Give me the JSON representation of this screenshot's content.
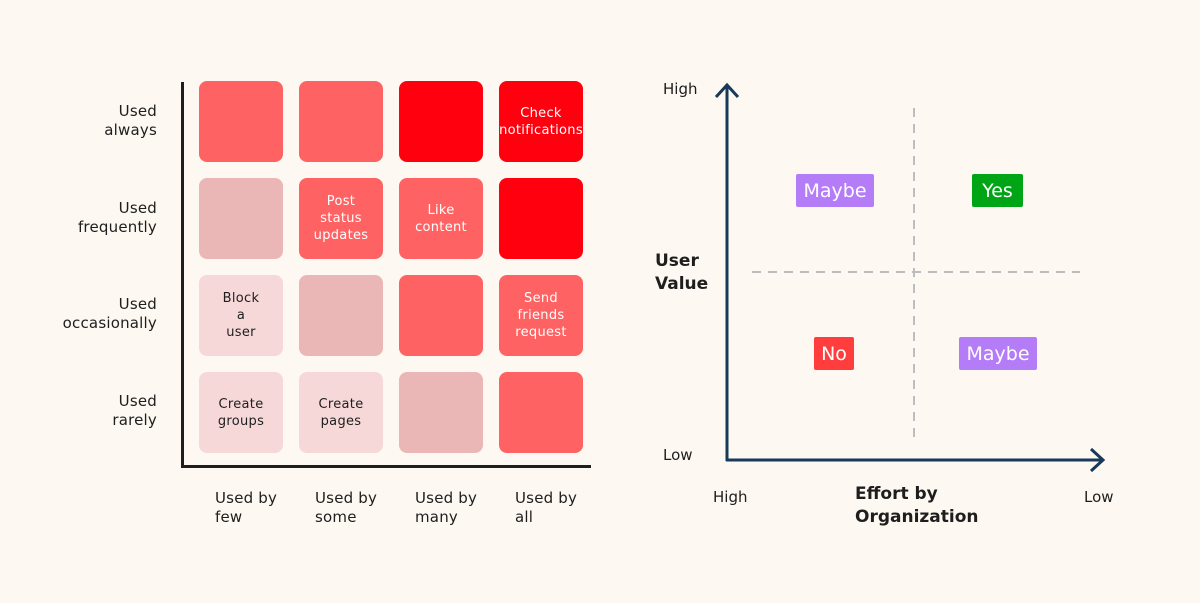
{
  "matrix": {
    "row_labels": [
      "Used\nalways",
      "Used\nfrequently",
      "Used\noccasionally",
      "Used\nrarely"
    ],
    "col_labels": [
      "Used by\nfew",
      "Used by\nsome",
      "Used by\nmany",
      "Used by\nall"
    ],
    "cells": [
      [
        {
          "text": "",
          "color": "#ff6262"
        },
        {
          "text": "",
          "color": "#ff6262"
        },
        {
          "text": "",
          "color": "#ff000f"
        },
        {
          "text": "Check\nnotifications",
          "color": "#ff000f"
        }
      ],
      [
        {
          "text": "",
          "color": "#ebb7b6"
        },
        {
          "text": "Post\nstatus\nupdates",
          "color": "#ff6262"
        },
        {
          "text": "Like\ncontent",
          "color": "#ff6262"
        },
        {
          "text": "",
          "color": "#ff000f"
        }
      ],
      [
        {
          "text": "Block\na\nuser",
          "color": "#f7d8d8"
        },
        {
          "text": "",
          "color": "#ebb7b6"
        },
        {
          "text": "",
          "color": "#ff6262"
        },
        {
          "text": "Send\nfriends\nrequest",
          "color": "#ff6262"
        }
      ],
      [
        {
          "text": "Create\ngroups",
          "color": "#f7d8d8"
        },
        {
          "text": "Create\npages",
          "color": "#f7d8d8"
        },
        {
          "text": "",
          "color": "#ebb7b6"
        },
        {
          "text": "",
          "color": "#ff6262"
        }
      ]
    ]
  },
  "quadrant": {
    "y_axis_title": "User\nValue",
    "y_high": "High",
    "y_low": "Low",
    "x_axis_title": "Effort by\nOrganization",
    "x_high": "High",
    "x_low": "Low",
    "top_left": {
      "label": "Maybe",
      "color": "#b57cf8"
    },
    "top_right": {
      "label": "Yes",
      "color": "#00a516"
    },
    "bottom_left": {
      "label": "No",
      "color": "#ff3d3d"
    },
    "bottom_right": {
      "label": "Maybe",
      "color": "#b57cf8"
    }
  },
  "colors": {
    "background": "#fdf8f1",
    "axis": "#1e1e1e",
    "arrow": "#183a5a",
    "dashed": "#bdbdbd"
  }
}
